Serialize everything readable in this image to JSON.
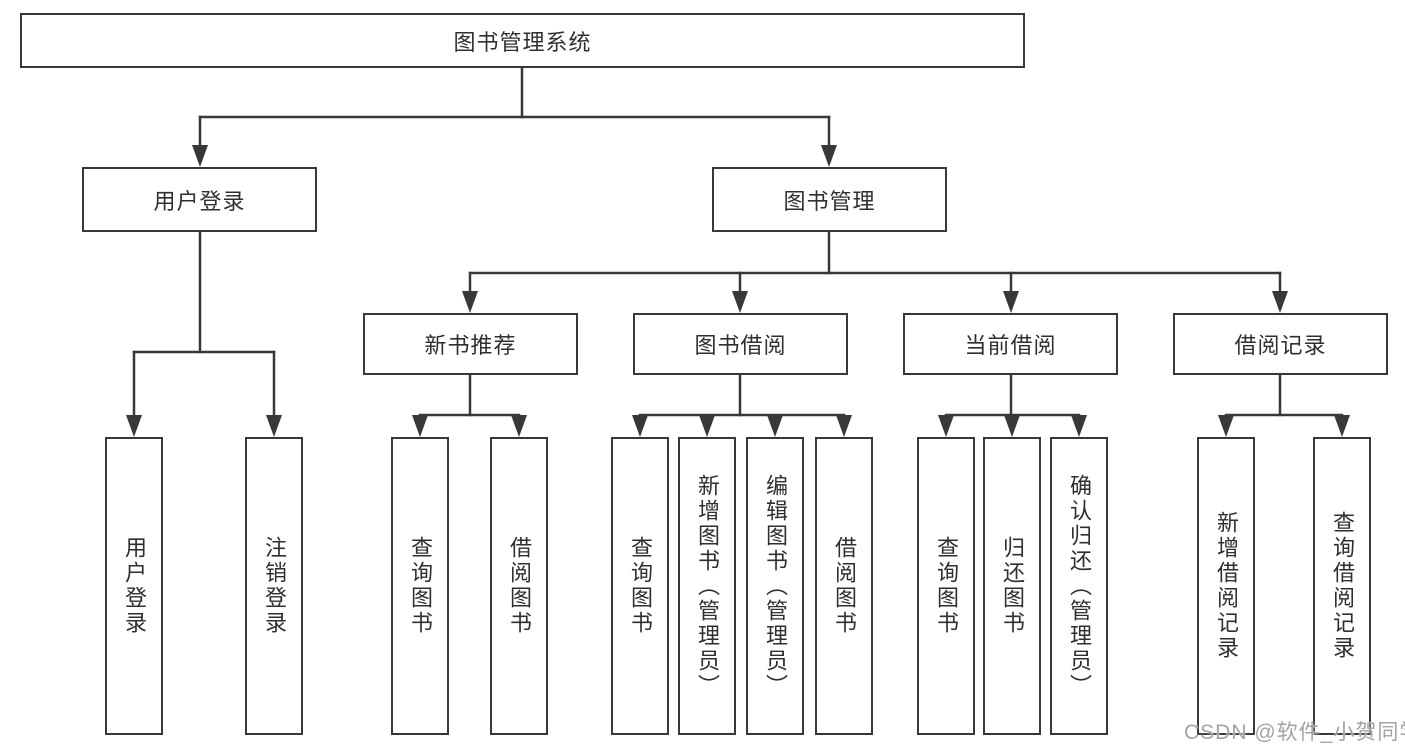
{
  "tree": {
    "root": "图书管理系统",
    "user_login": {
      "label": "用户登录",
      "children": {
        "login": "用户登录",
        "logout": "注销登录"
      }
    },
    "book_mgmt": {
      "label": "图书管理",
      "sections": {
        "new_book": {
          "label": "新书推荐",
          "children": {
            "query": "查询图书",
            "borrow": "借阅图书"
          }
        },
        "book_borrow": {
          "label": "图书借阅",
          "children": {
            "query": "查询图书",
            "add": "新增图书（管理员）",
            "edit": "编辑图书（管理员）",
            "borrow": "借阅图书"
          }
        },
        "current_borrow": {
          "label": "当前借阅",
          "children": {
            "query": "查询图书",
            "return": "归还图书",
            "confirm": "确认归还（管理员）"
          }
        },
        "borrow_record": {
          "label": "借阅记录",
          "children": {
            "add": "新增借阅记录",
            "query": "查询借阅记录"
          }
        }
      }
    }
  },
  "watermark": "CSDN @软件_小贺同学",
  "colors": {
    "line": "#383838",
    "text": "#2f2f2f",
    "watermark": "#a3a3a3"
  }
}
